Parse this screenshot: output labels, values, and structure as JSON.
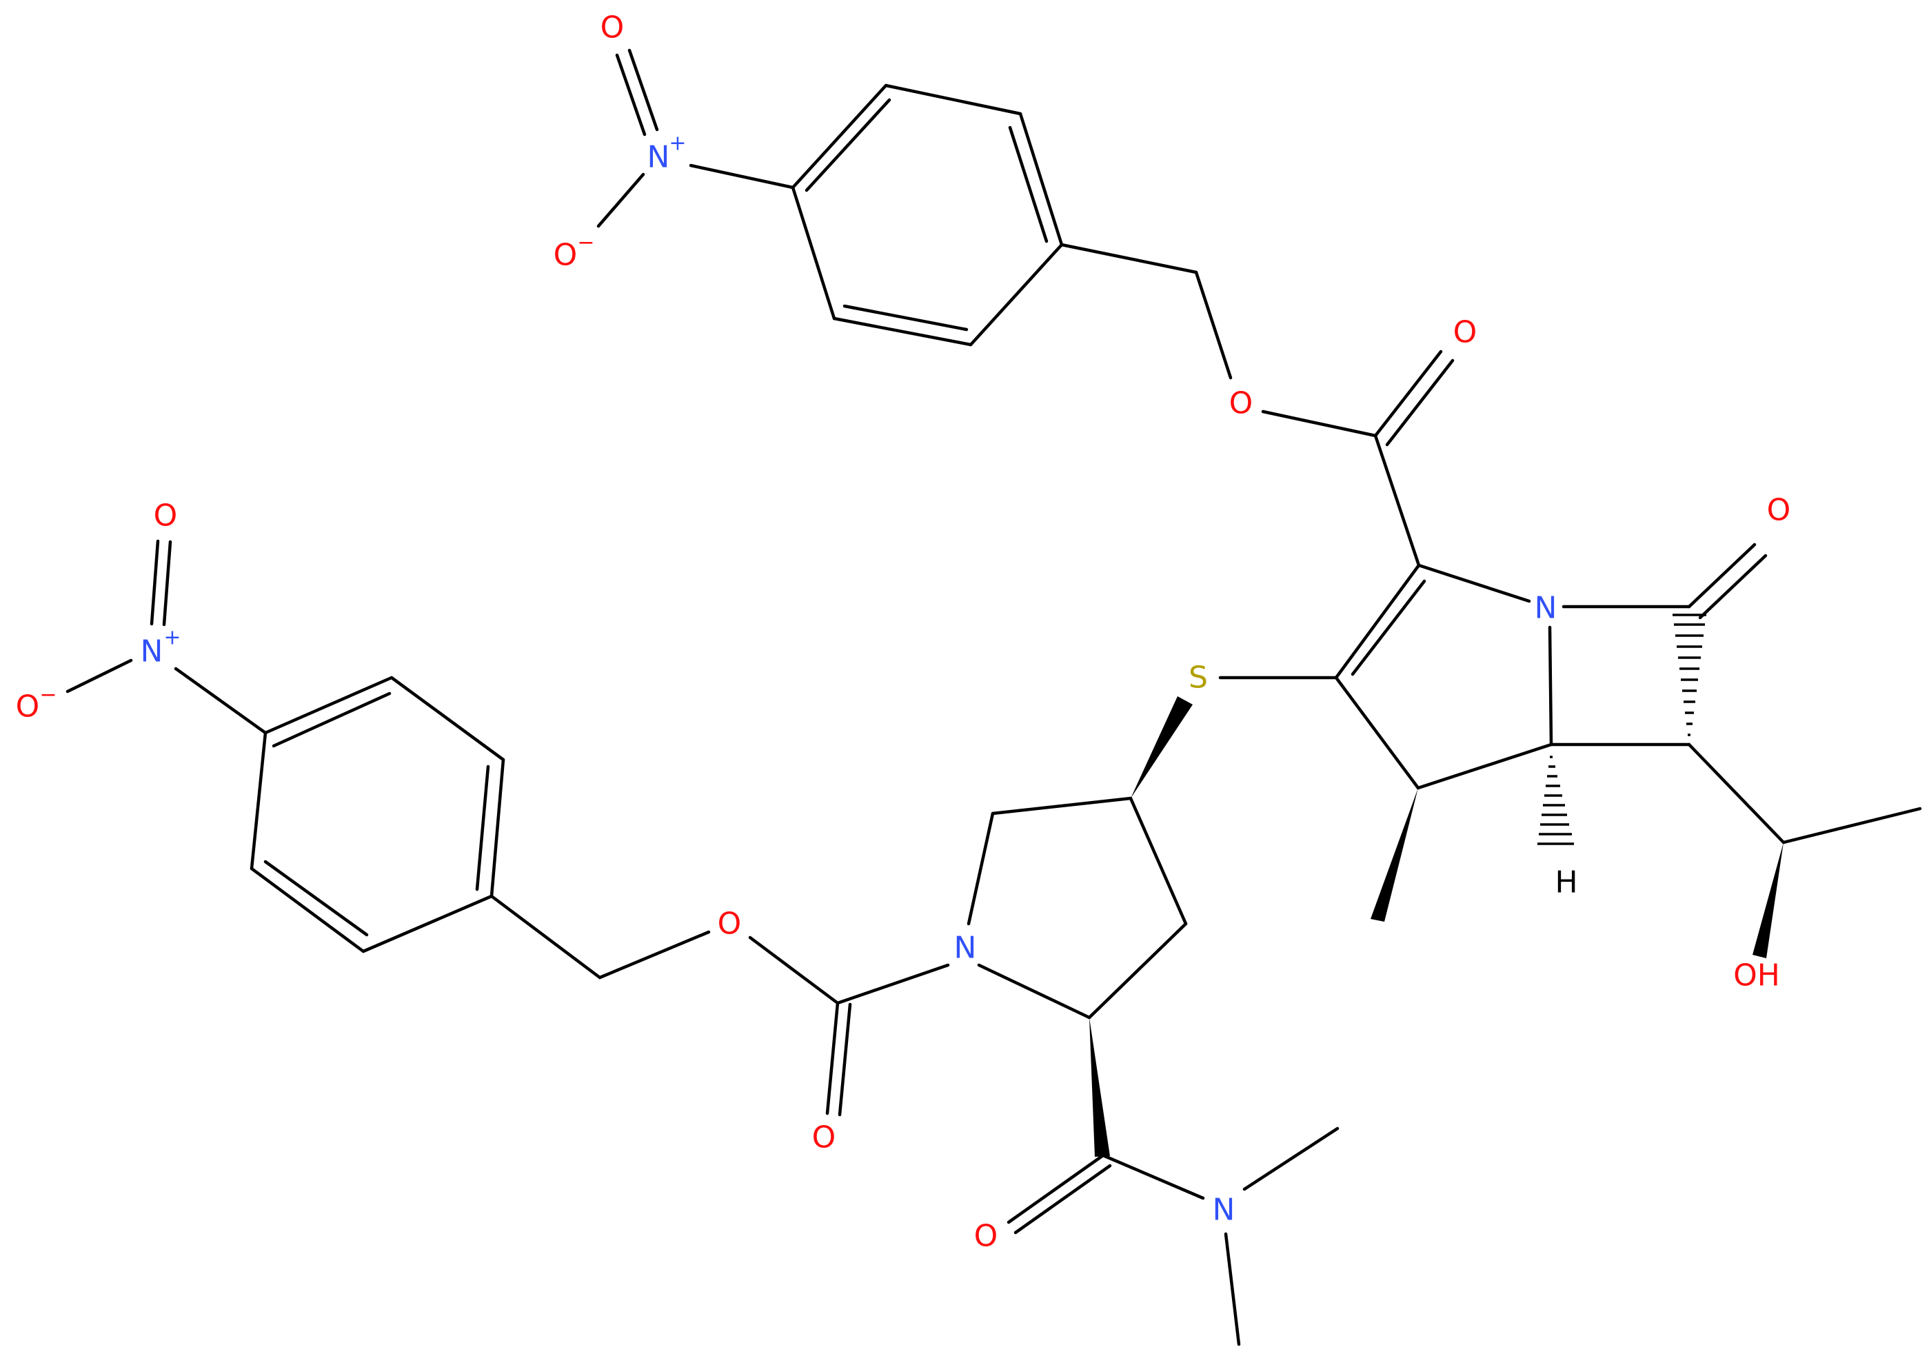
{
  "colors": {
    "bond": "#000000",
    "N": "#3050F8",
    "O": "#FF0D0D",
    "S": "#B2A000",
    "C": "#000000",
    "H": "#000000"
  },
  "atoms": [
    {
      "id": "a1",
      "el": "O",
      "label": "O",
      "charge": ""
    },
    {
      "id": "a2",
      "el": "N",
      "label": "N",
      "charge": "+"
    },
    {
      "id": "a3",
      "el": "O",
      "label": "O",
      "charge": "−"
    },
    {
      "id": "a4",
      "el": "O",
      "label": "O",
      "charge": ""
    },
    {
      "id": "a5",
      "el": "O",
      "label": "O",
      "charge": ""
    },
    {
      "id": "a6",
      "el": "O",
      "label": "O",
      "charge": ""
    },
    {
      "id": "a7",
      "el": "N",
      "label": "N",
      "charge": ""
    },
    {
      "id": "a8",
      "el": "S",
      "label": "S",
      "charge": ""
    },
    {
      "id": "a9",
      "el": "O",
      "label": "O",
      "charge": ""
    },
    {
      "id": "a10",
      "el": "N",
      "label": "N",
      "charge": "+"
    },
    {
      "id": "a11",
      "el": "O",
      "label": "O",
      "charge": "−"
    },
    {
      "id": "a12",
      "el": "H",
      "label": "H",
      "charge": ""
    },
    {
      "id": "a13",
      "el": "O",
      "label": "OH",
      "charge": ""
    },
    {
      "id": "a14",
      "el": "O",
      "label": "O",
      "charge": ""
    },
    {
      "id": "a15",
      "el": "N",
      "label": "N",
      "charge": ""
    },
    {
      "id": "a16",
      "el": "O",
      "label": "O",
      "charge": ""
    },
    {
      "id": "a17",
      "el": "O",
      "label": "O",
      "charge": ""
    },
    {
      "id": "a18",
      "el": "N",
      "label": "N",
      "charge": ""
    }
  ]
}
